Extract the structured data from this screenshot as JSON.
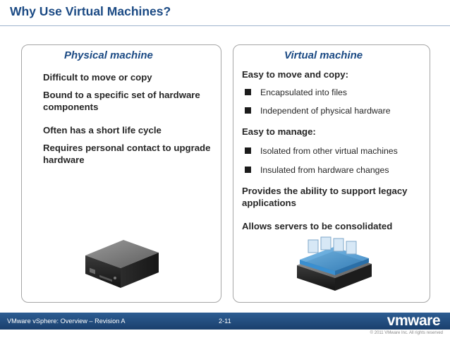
{
  "slide": {
    "title": "Why Use Virtual Machines?"
  },
  "physical": {
    "heading": "Physical machine",
    "points": [
      "Difficult to move or copy",
      "Bound to a specific set of hardware components",
      "Often has a short life cycle",
      "Requires personal contact to upgrade hardware"
    ]
  },
  "virtual": {
    "heading": "Virtual machine",
    "copy_title": "Easy to move and copy:",
    "copy_bullets": [
      "Encapsulated into files",
      "Independent of physical hardware"
    ],
    "manage_title": "Easy to manage:",
    "manage_bullets": [
      "Isolated from other virtual machines",
      "Insulated from hardware changes"
    ],
    "legacy": "Provides the ability to support legacy applications",
    "consolidate": "Allows servers to be consolidated"
  },
  "footer": {
    "course": "VMware vSphere: Overview – Revision A",
    "page": "2-11",
    "brand": "vmware",
    "copyright": "© 2011 VMware Inc. All rights reserved"
  },
  "colors": {
    "title": "#1b4a84",
    "footer": "#1a3f6d",
    "text": "#262626"
  }
}
